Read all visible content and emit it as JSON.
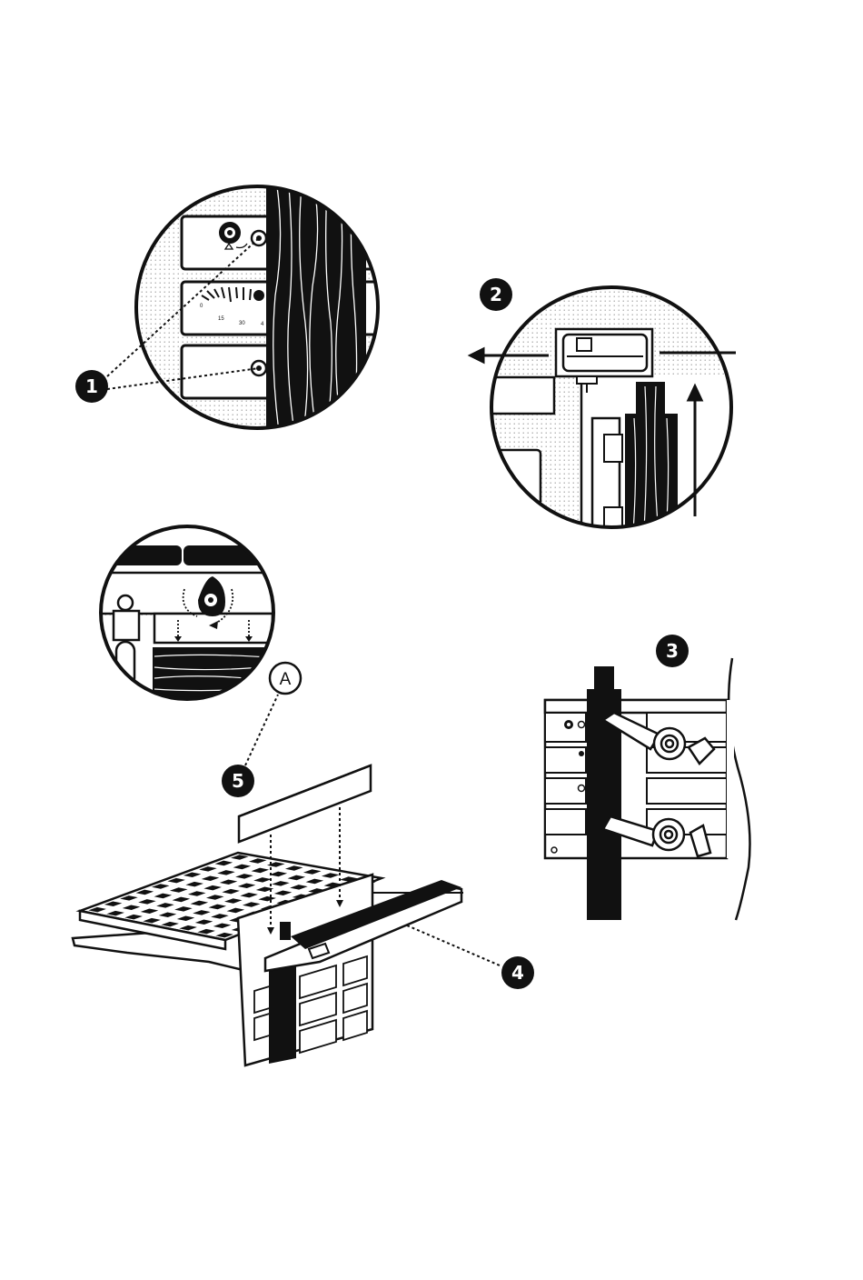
{
  "steps": [
    {
      "label": "1"
    },
    {
      "label": "2"
    },
    {
      "label": "3"
    },
    {
      "label": "4"
    },
    {
      "label": "5"
    }
  ],
  "marker_a": {
    "label": "A"
  },
  "scale_numbers": [
    "0",
    "15",
    "30",
    "4"
  ],
  "colors": {
    "ink": "#111111",
    "paper": "#ffffff",
    "stipple": "#bbbbbb"
  }
}
